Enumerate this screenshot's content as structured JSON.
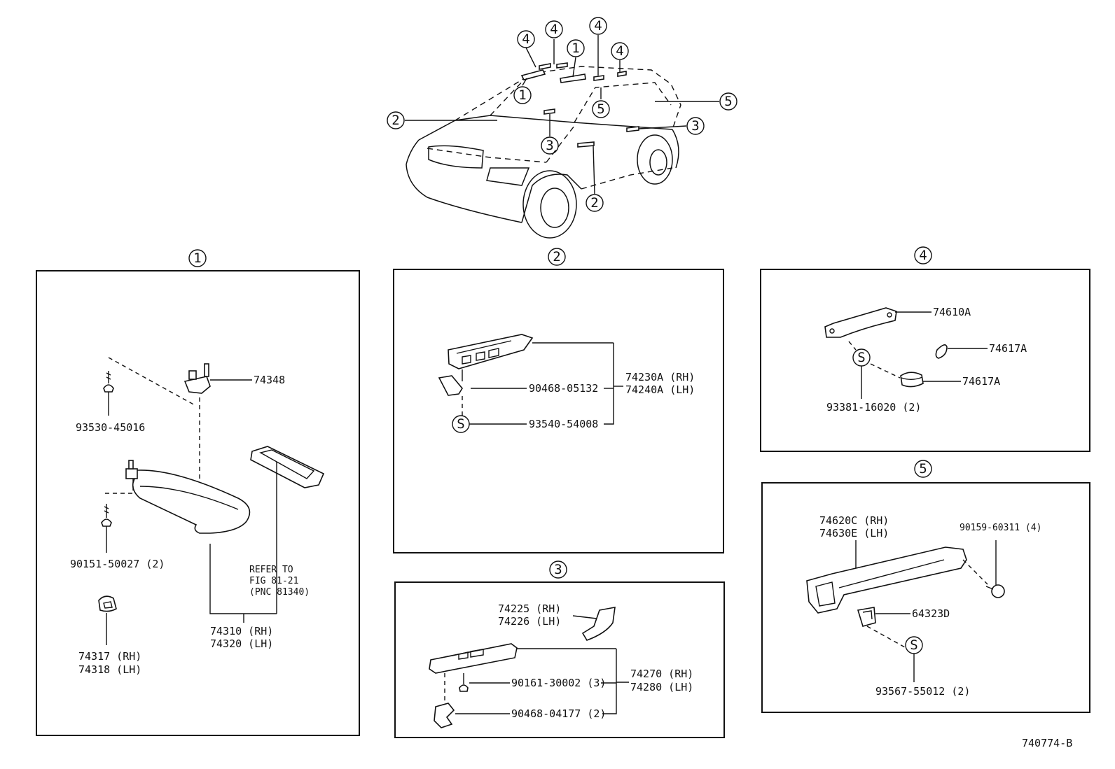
{
  "diagram_code": "740774-B",
  "overview": {
    "callouts": [
      "4",
      "4",
      "1",
      "4",
      "4",
      "1",
      "5",
      "5",
      "2",
      "3",
      "3",
      "2"
    ]
  },
  "panels": {
    "p1": {
      "marker": "1",
      "labels": {
        "clip": "74348",
        "screw_top": "93530-45016",
        "screw_bottom": "90151-50027 (2)",
        "refer_1": "REFER TO",
        "refer_2": "FIG 81-21",
        "refer_3": "(PNC 81340)",
        "visor_rh": "74310 (RH)",
        "visor_lh": "74320 (LH)",
        "holder_rh": "74317 (RH)",
        "holder_lh": "74318 (LH)"
      }
    },
    "p2": {
      "marker": "2",
      "labels": {
        "screw": "90468-05132",
        "s_part": "93540-54008",
        "assy_rh": "74230A (RH)",
        "assy_lh": "74240A (LH)",
        "s_mark": "S"
      }
    },
    "p3": {
      "marker": "3",
      "labels": {
        "cover_rh": "74225 (RH)",
        "cover_lh": "74226 (LH)",
        "screw": "90161-30002 (3)",
        "clip": "90468-04177 (2)",
        "assy_rh": "74270 (RH)",
        "assy_lh": "74280 (LH)"
      }
    },
    "p4": {
      "marker": "4",
      "labels": {
        "grip": "74610A",
        "cap_a": "74617A",
        "cap_b": "74617A",
        "s_part": "93381-16020 (2)",
        "s_mark": "S"
      }
    },
    "p5": {
      "marker": "5",
      "labels": {
        "grip_rh": "74620C (RH)",
        "grip_lh": "74630E (LH)",
        "bolt": "90159-60311 (4)",
        "clip": "64323D",
        "s_part": "93567-55012 (2)",
        "s_mark": "S"
      }
    }
  }
}
